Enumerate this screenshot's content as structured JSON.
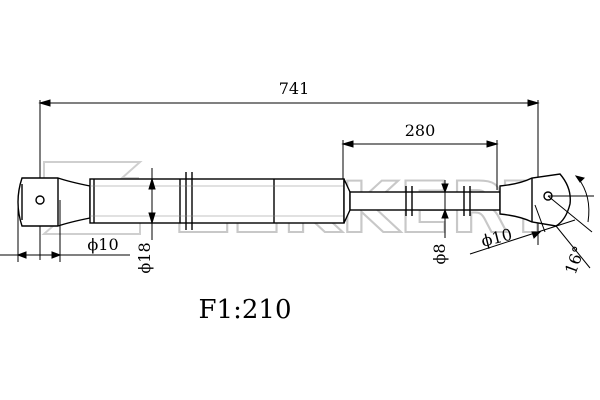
{
  "watermark": {
    "brand": "ZEKKERT"
  },
  "dimensions": {
    "overall_length": "741",
    "stroke_length": "280",
    "left_eye_dia": "ϕ10",
    "body_dia": "ϕ18",
    "rod_dia": "ϕ8",
    "right_eye_dia": "ϕ10",
    "angle": "16°"
  },
  "force_label": "F1:210"
}
